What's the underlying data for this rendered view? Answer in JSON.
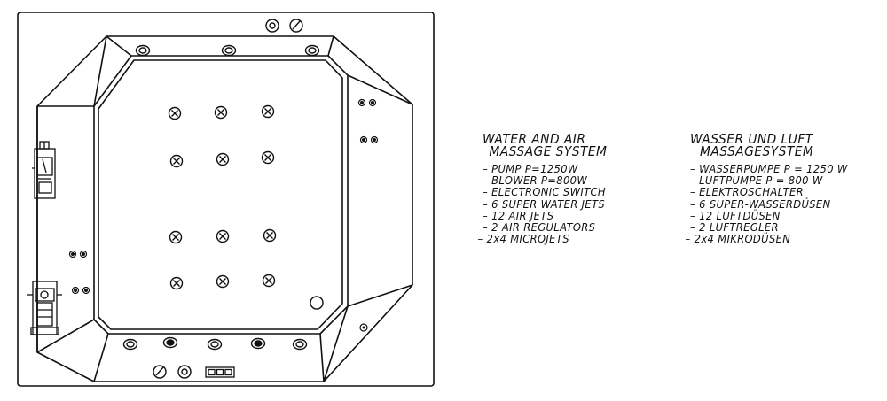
{
  "english": {
    "title_line1": "WATER AND AIR",
    "title_line2": "MASSAGE SYSTEM",
    "items": [
      "PUMP P=1250W",
      "BLOWER P=800W",
      "ELECTRONIC SWITCH",
      "6 SUPER WATER JETS",
      "12 AIR JETS",
      "2 AIR REGULATORS",
      "2x4 MICROJETS"
    ]
  },
  "german": {
    "title_line1": "WASSER UND LUFT",
    "title_line2": "MASSAGESYSTEM",
    "items": [
      "WASSERPUMPE P = 1250 W",
      "LUFTPUMPE P = 800 W",
      "ELEKTROSCHALTER",
      "6 SUPER-WASSERDÜSEN",
      "12 LUFTDÜSEN",
      "2 LUFTREGLER",
      "2x4 MIKRODÜSEN"
    ]
  },
  "components": {
    "air_jets_count": 12,
    "super_water_jets_count": 6,
    "air_regulators_count": 2,
    "microjet_groups": 2,
    "microjets_per_group": 4
  },
  "colors": {
    "line": "#111111",
    "background": "#ffffff"
  }
}
